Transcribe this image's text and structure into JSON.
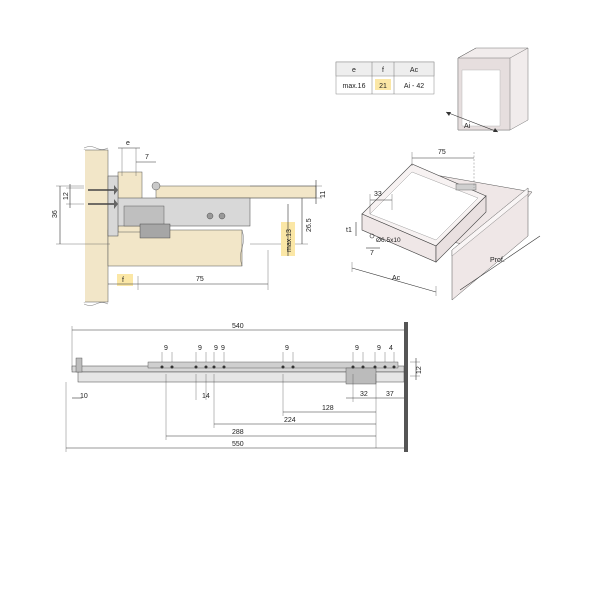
{
  "spec_table": {
    "headers": [
      "e",
      "f",
      "Ac"
    ],
    "values": [
      "max.16",
      "21",
      "Ai - 42"
    ],
    "highlight_color": "#fbe7a6"
  },
  "box_label": "Ai",
  "side_view": {
    "e_label": "e",
    "dim_7": "7",
    "dim_11": "11",
    "dim_12": "12",
    "dim_36": "36",
    "dim_26_5": "26.5",
    "max13": "max.13",
    "dim_75": "75",
    "f_label": "f"
  },
  "iso_view": {
    "dim_75": "75",
    "dim_33": "33",
    "dim_t1": "t1",
    "hole": "Ø6.5x10",
    "dim_7": "7",
    "ac_label": "Ac",
    "prof_label": "Prof."
  },
  "rail_view": {
    "top_540": "540",
    "nine_labels": [
      "9",
      "9",
      "9",
      "9",
      "9",
      "9",
      "9"
    ],
    "dim_4": "4",
    "dim_12": "12",
    "dim_10": "10",
    "dim_14": "14",
    "dim_128": "128",
    "dim_32": "32",
    "dim_37": "37",
    "dim_224": "224",
    "dim_288": "288",
    "bottom_550": "550"
  }
}
